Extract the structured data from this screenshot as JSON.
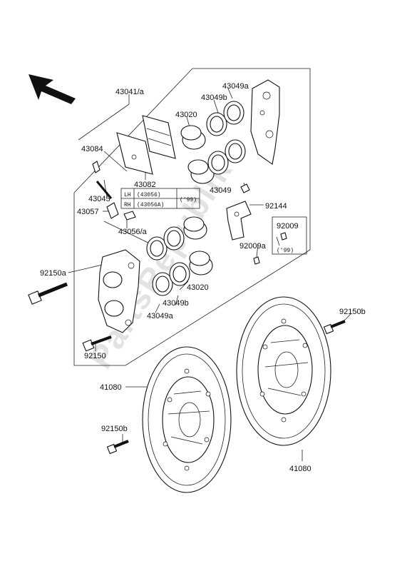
{
  "watermark": "PartsRepublik",
  "labels": {
    "l43041a": "43041/a",
    "l43049a_top": "43049a",
    "l43049b_top": "43049b",
    "l43020_top": "43020",
    "l43084": "43084",
    "l43082": "43082",
    "l43045": "43045",
    "l43057": "43057",
    "l43056a": "43056/a",
    "l43049_r": "43049",
    "l92144": "92144",
    "l92009": "92009",
    "l92009a": "92009a",
    "l99_right": "('99)",
    "l92150a": "92150a",
    "l43020_bot": "43020",
    "l43049b_bot": "43049b",
    "l43049a_bot": "43049a",
    "l92150b_right": "92150b",
    "l92150": "92150",
    "l41080_left": "41080",
    "l92150b_left": "92150b",
    "l41080_right": "41080"
  },
  "variant_table": {
    "lh_label": "LH",
    "lh_code": "(43056)",
    "rh_label": "RH",
    "rh_code": "(43056A)",
    "year": "('99)"
  },
  "icons": {
    "direction": "front-direction-arrow-icon"
  }
}
